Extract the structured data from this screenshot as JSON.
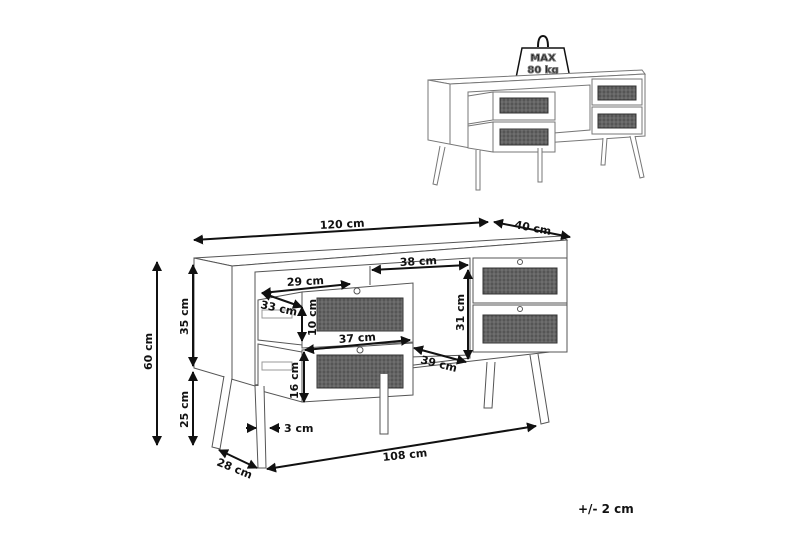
{
  "diagram": {
    "subject": "Sideboard with rattan drawers - dimension drawing",
    "weight_badge": {
      "line1": "MAX",
      "line2": "80 kg"
    },
    "dimensions": {
      "width": "120 cm",
      "depth": "40 cm",
      "total_height": "60 cm",
      "body_height": "35 cm",
      "leg_height": "25 cm",
      "open_shelf_width": "38 cm",
      "drawer_inner_width": "29 cm",
      "drawer_inner_depth": "33 cm",
      "drawer_inner_height": "10 cm",
      "drawer_front_width": "37 cm",
      "drawer_front_height": "16 cm",
      "right_section_height": "31 cm",
      "shelf_depth": "39 cm",
      "leg_diameter": "3 cm",
      "leg_span_depth": "28 cm",
      "leg_span_width": "108 cm"
    },
    "tolerance": "+/- 2 cm"
  }
}
